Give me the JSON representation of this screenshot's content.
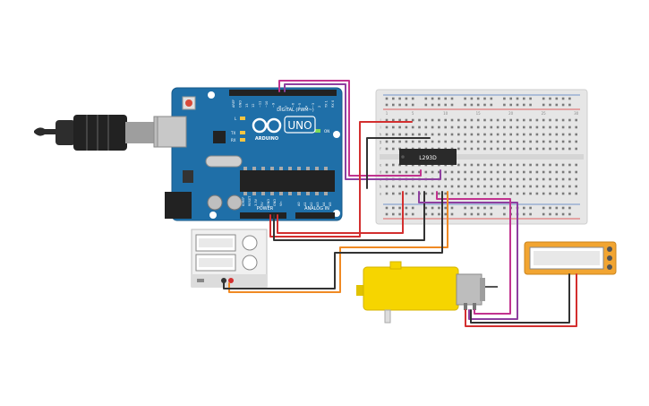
{
  "arduino": {
    "logo_text": "UNO",
    "brand_text": "ARDUINO",
    "digital_label": "DIGITAL (PWM~)",
    "power_label": "POWER",
    "analog_label": "ANALOG IN",
    "pin_l": "L",
    "pin_tx": "TX",
    "pin_rx": "RX",
    "on_label": "ON",
    "digital_pins": [
      "AREF",
      "GND",
      "13",
      "12",
      "~11",
      "~10",
      "~9",
      "8",
      "7",
      "~6",
      "~5",
      "4",
      "~3",
      "2",
      "TX 1",
      "RX 0"
    ],
    "power_pins": [
      "IOREF",
      "RESET",
      "3.3V",
      "5V",
      "GND",
      "GND",
      "Vin"
    ],
    "analog_pins": [
      "A0",
      "A1",
      "A2",
      "A3",
      "A4",
      "A5"
    ]
  },
  "breadboard": {
    "column_labels_top": [
      "1",
      "5",
      "10",
      "15",
      "20",
      "25",
      "30"
    ],
    "row_labels_left_top": [
      "j",
      "i",
      "h",
      "g",
      "f"
    ],
    "row_labels_left_bottom": [
      "e",
      "d",
      "c",
      "b",
      "a"
    ]
  },
  "ic": {
    "label": "L293D"
  },
  "colors": {
    "board_blue": "#1f6fa8",
    "wire_red": "#d32f2f",
    "wire_black": "#333333",
    "wire_purple": "#8e3fa0",
    "wire_orange": "#f08a24",
    "wire_magenta": "#c2338f",
    "motor_yellow": "#f6d500",
    "meter_orange": "#f2a531"
  }
}
